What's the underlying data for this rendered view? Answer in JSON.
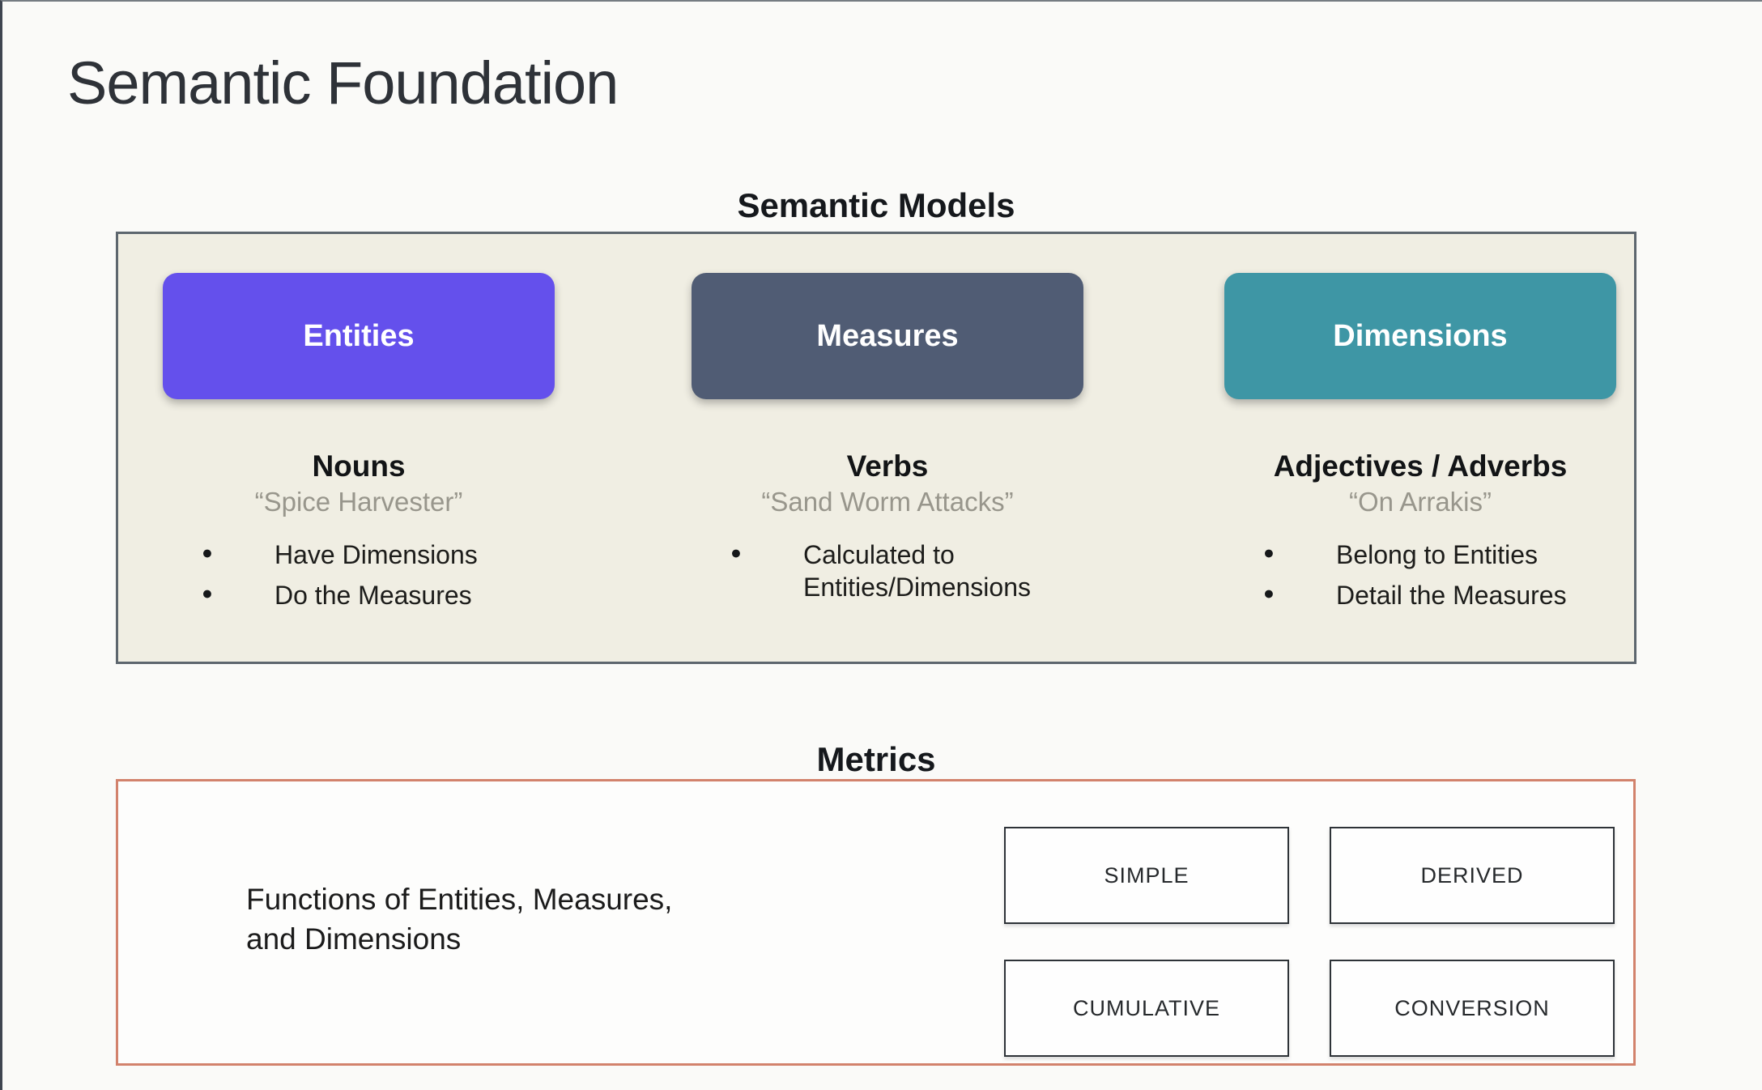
{
  "page": {
    "title": "Semantic Foundation"
  },
  "semantic_models": {
    "heading": "Semantic Models",
    "panel_bg": "#f0eee3",
    "columns": [
      {
        "button": "Entities",
        "color": "#6450ec",
        "role": "Nouns",
        "example": "“Spice Harvester”",
        "bullets": [
          "Have Dimensions",
          "Do the Measures"
        ]
      },
      {
        "button": "Measures",
        "color": "#505c74",
        "role": "Verbs",
        "example": "“Sand Worm Attacks”",
        "bullets": [
          "Calculated to\nEntities/Dimensions"
        ]
      },
      {
        "button": "Dimensions",
        "color": "#3e96a5",
        "role": "Adjectives / Adverbs",
        "example": "“On Arrakis”",
        "bullets": [
          "Belong to Entities",
          "Detail the Measures"
        ]
      }
    ]
  },
  "metrics": {
    "heading": "Metrics",
    "border_color": "#d2826c",
    "description": "Functions of Entities, Measures,\nand Dimensions",
    "types": [
      "SIMPLE",
      "DERIVED",
      "CUMULATIVE",
      "CONVERSION"
    ]
  }
}
